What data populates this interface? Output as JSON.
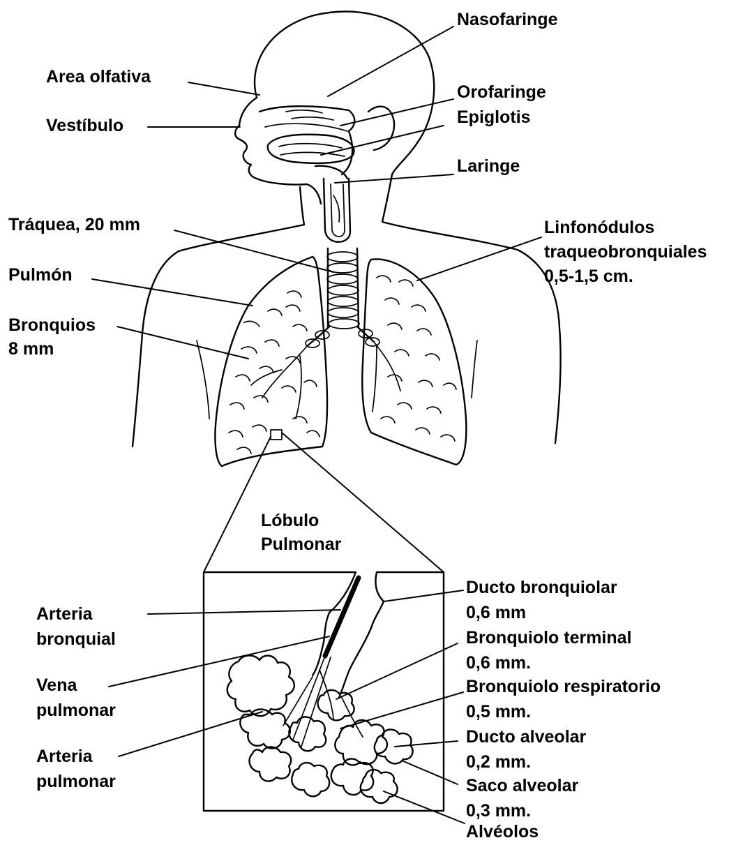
{
  "upper_labels": {
    "nasofaringe": "Nasofaringe",
    "area_olfativa": "Area  olfativa",
    "orofaringe": "Orofaringe",
    "epiglotis": "Epiglotis",
    "vestibulo": "Vestíbulo",
    "laringe": "Laringe",
    "traquea": "Tráquea, 20 mm",
    "linfonodulos_line1": "Linfonódulos",
    "linfonodulos_line2": "traqueobronquiales",
    "linfonodulos_line3": "0,5-1,5 cm.",
    "pulmon": "Pulmón",
    "bronquios_line1": "Bronquios",
    "bronquios_line2": "8 mm"
  },
  "lobulo": {
    "line1": "Lóbulo",
    "line2": "Pulmonar"
  },
  "lobule_labels": {
    "arteria_bronquial_line1": "Arteria",
    "arteria_bronquial_line2": "bronquial",
    "vena_pulmonar_line1": "Vena",
    "vena_pulmonar_line2": "pulmonar",
    "arteria_pulmonar_line1": "Arteria",
    "arteria_pulmonar_line2": "pulmonar",
    "ducto_bronquiolar": "Ducto bronquiolar",
    "ducto_bronquiolar_size": "0,6 mm",
    "bronquiolo_terminal": "Bronquiolo terminal",
    "bronquiolo_terminal_size": "0,6 mm.",
    "bronquiolo_respiratorio": "Bronquiolo  respiratorio",
    "bronquiolo_respiratorio_size": "0,5 mm.",
    "ducto_alveolar": "Ducto  alveolar",
    "ducto_alveolar_size": "0,2 mm.",
    "saco_alveolar": "Saco alveolar",
    "saco_alveolar_size": "0,3 mm.",
    "alveolos": "Alvéolos"
  },
  "colors": {
    "ink": "#000000",
    "background": "#ffffff"
  }
}
